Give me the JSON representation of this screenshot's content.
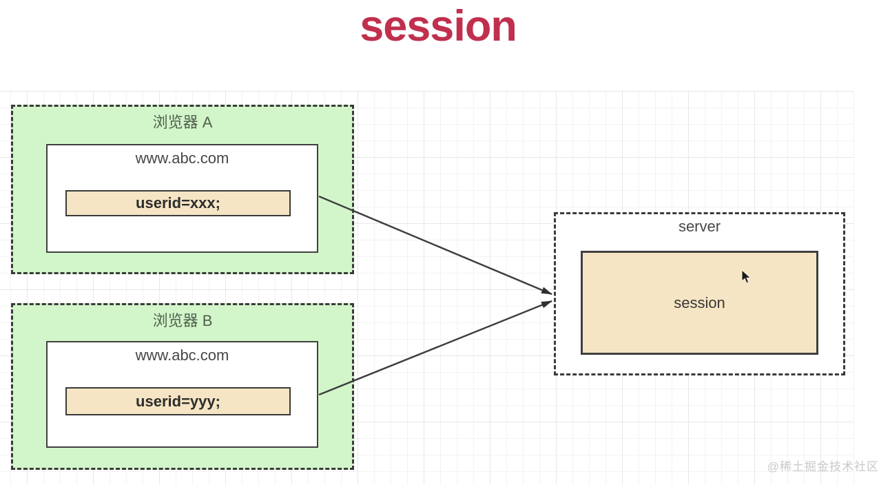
{
  "title": "session",
  "diagram": {
    "browser_a": {
      "label": "浏览器 A",
      "site": "www.abc.com",
      "cookie": "userid=xxx;"
    },
    "browser_b": {
      "label": "浏览器 B",
      "site": "www.abc.com",
      "cookie": "userid=yyy;"
    },
    "server": {
      "label": "server",
      "session_label": "session"
    }
  },
  "watermark": "@稀土掘金技术社区",
  "icons": {
    "cursor": "mouse-pointer-icon"
  },
  "colors": {
    "title": "#c0304e",
    "browser_fill": "#d2f6ca",
    "cookie_fill": "#f6e5c4",
    "session_fill": "#f6e5c4",
    "border_dark": "#3a3a3a",
    "grid_minor": "#f3f3f3",
    "grid_major": "#e7e7e7",
    "watermark_text": "#c9c9c9"
  }
}
